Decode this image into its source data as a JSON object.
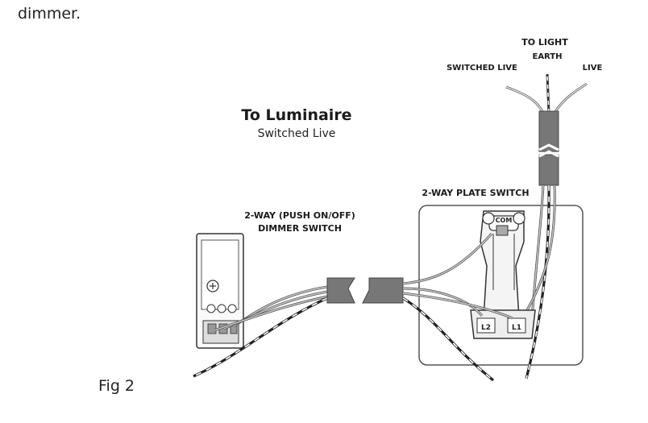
{
  "intro_text": "dimmer.",
  "caption": "Fig 2",
  "labels": {
    "to_luminaire": "To Luminaire",
    "to_luminaire_sub": "Switched Live",
    "to_light": "TO LIGHT",
    "earth": "EARTH",
    "switched_live": "SWITCHED LIVE",
    "live": "LIVE",
    "plate_switch": "2-WAY PLATE SWITCH",
    "dimmer_line1": "2-WAY (PUSH ON/OFF)",
    "dimmer_line2": "DIMMER SWITCH"
  },
  "terminals": {
    "com": "COM",
    "l2": "L2",
    "l1": "L1"
  }
}
